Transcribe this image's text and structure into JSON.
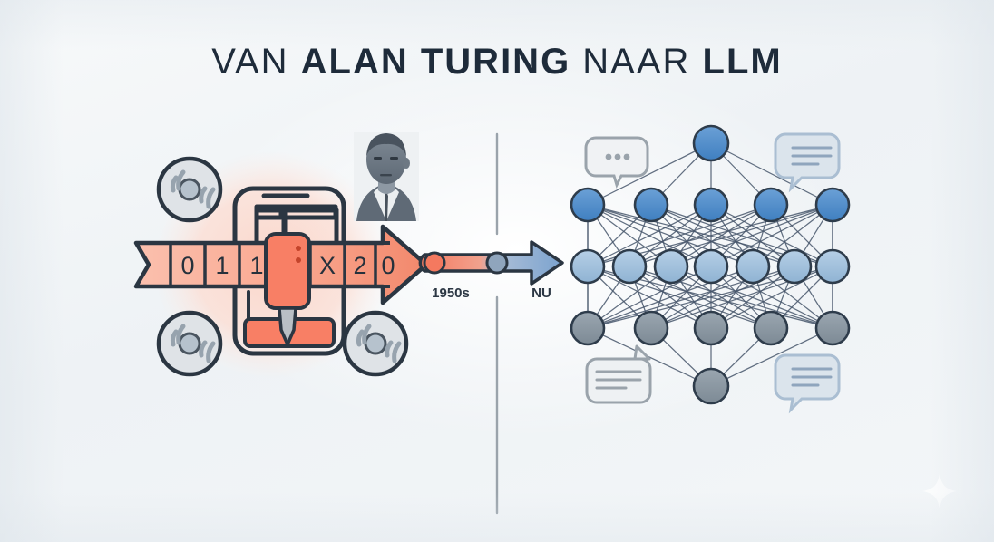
{
  "page": {
    "background_color": "#f2f5f7",
    "accent_red": "#f4795f",
    "accent_blue": "#4a86c8",
    "ink": "#2b3642"
  },
  "title": {
    "full": "VAN ALAN TURING NAAR LLM",
    "segments": [
      {
        "text": "VAN ",
        "weight": "light"
      },
      {
        "text": "ALAN TURING ",
        "weight": "bold"
      },
      {
        "text": "NAAR ",
        "weight": "light"
      },
      {
        "text": "LLM",
        "weight": "bold"
      }
    ]
  },
  "left_panel": {
    "name": "turing-machine",
    "tape": {
      "cells": [
        "0",
        "1",
        "1",
        "",
        "X",
        "2",
        "0"
      ],
      "head_cell_index": 3,
      "color": "#f9a38c",
      "outline": "#2b3642"
    },
    "portrait": {
      "label": "alan-turing-portrait"
    },
    "reels": [
      {
        "position": "top-left"
      },
      {
        "position": "bottom-left"
      },
      {
        "position": "bottom-right"
      }
    ],
    "head": {
      "dots": 2,
      "color": "#f4795f"
    }
  },
  "timeline": {
    "arrow": {
      "from_color": "#f4795f",
      "to_color": "#7ba3cf"
    },
    "start_label": "1950s",
    "end_label": "NU"
  },
  "right_panel": {
    "name": "neural-network",
    "layers": [
      {
        "id": "input-top",
        "count": 1,
        "color": "#3b7dc4"
      },
      {
        "id": "hidden-blue",
        "count": 5,
        "color": "#5a93cf"
      },
      {
        "id": "hidden-light",
        "count": 7,
        "color": "#9fc0dc"
      },
      {
        "id": "hidden-gray",
        "count": 5,
        "color": "#8b98a3"
      },
      {
        "id": "output-bottom",
        "count": 1,
        "color": "#8b98a3"
      }
    ],
    "bubbles": [
      {
        "position": "top-left",
        "style": "dots",
        "lines": 0,
        "dots": 3,
        "color": "#9aa3ab"
      },
      {
        "position": "top-right",
        "style": "lines",
        "lines": 3,
        "dots": 0,
        "color": "#aabed2"
      },
      {
        "position": "bottom-left",
        "style": "lines",
        "lines": 3,
        "dots": 0,
        "color": "#9aa3ab"
      },
      {
        "position": "bottom-right",
        "style": "lines",
        "lines": 3,
        "dots": 0,
        "color": "#aabed2"
      }
    ]
  },
  "decoration": {
    "sparkle": "sparkle-icon",
    "divider": "vertical-divider"
  }
}
